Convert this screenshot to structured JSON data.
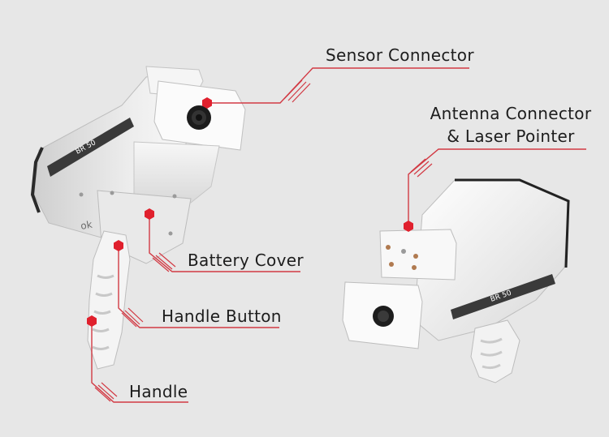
{
  "labels": {
    "sensor_connector": "Sensor Connector",
    "antenna_line1": "Antenna Connector",
    "antenna_line2": "& Laser Pointer",
    "battery_cover": "Battery Cover",
    "handle_button": "Handle Button",
    "handle": "Handle"
  },
  "device_marking": "BR 50",
  "colors": {
    "leader_line": "#d23a44",
    "marker": "#e0202d",
    "background": "#e7e7e7",
    "device_body": "#f3f3f3",
    "text": "#1d1d1d"
  }
}
